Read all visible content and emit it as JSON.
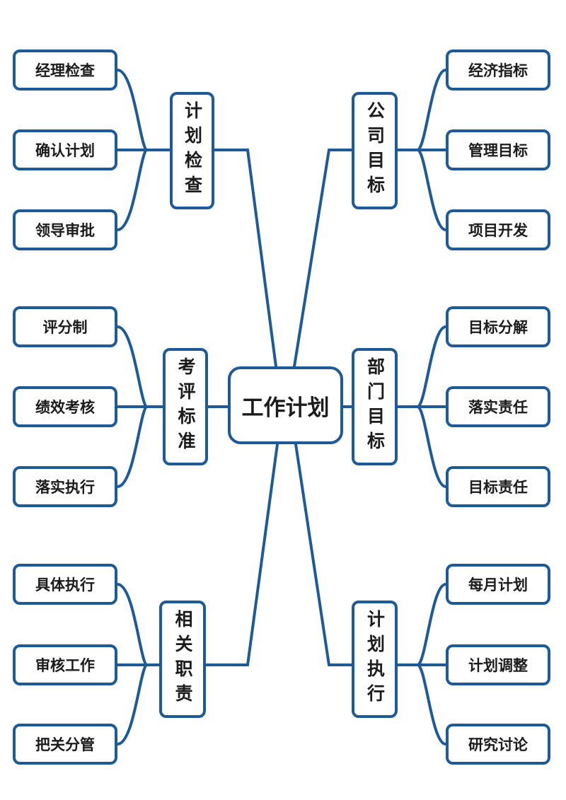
{
  "center": "工作计划",
  "branches": [
    {
      "label": "计划检查",
      "leaves": [
        "经理检查",
        "确认计划",
        "领导审批"
      ]
    },
    {
      "label": "考评标准",
      "leaves": [
        "评分制",
        "绩效考核",
        "落实执行"
      ]
    },
    {
      "label": "相关职责",
      "leaves": [
        "具体执行",
        "审核工作",
        "把关分管"
      ]
    },
    {
      "label": "公司目标",
      "leaves": [
        "经济指标",
        "管理目标",
        "项目开发"
      ]
    },
    {
      "label": "部门目标",
      "leaves": [
        "目标分解",
        "落实责任",
        "目标责任"
      ]
    },
    {
      "label": "计划执行",
      "leaves": [
        "每月计划",
        "计划调整",
        "研究讨论"
      ]
    }
  ],
  "colors": {
    "line": "#1d5a9a",
    "text": "#1b1b1b"
  }
}
